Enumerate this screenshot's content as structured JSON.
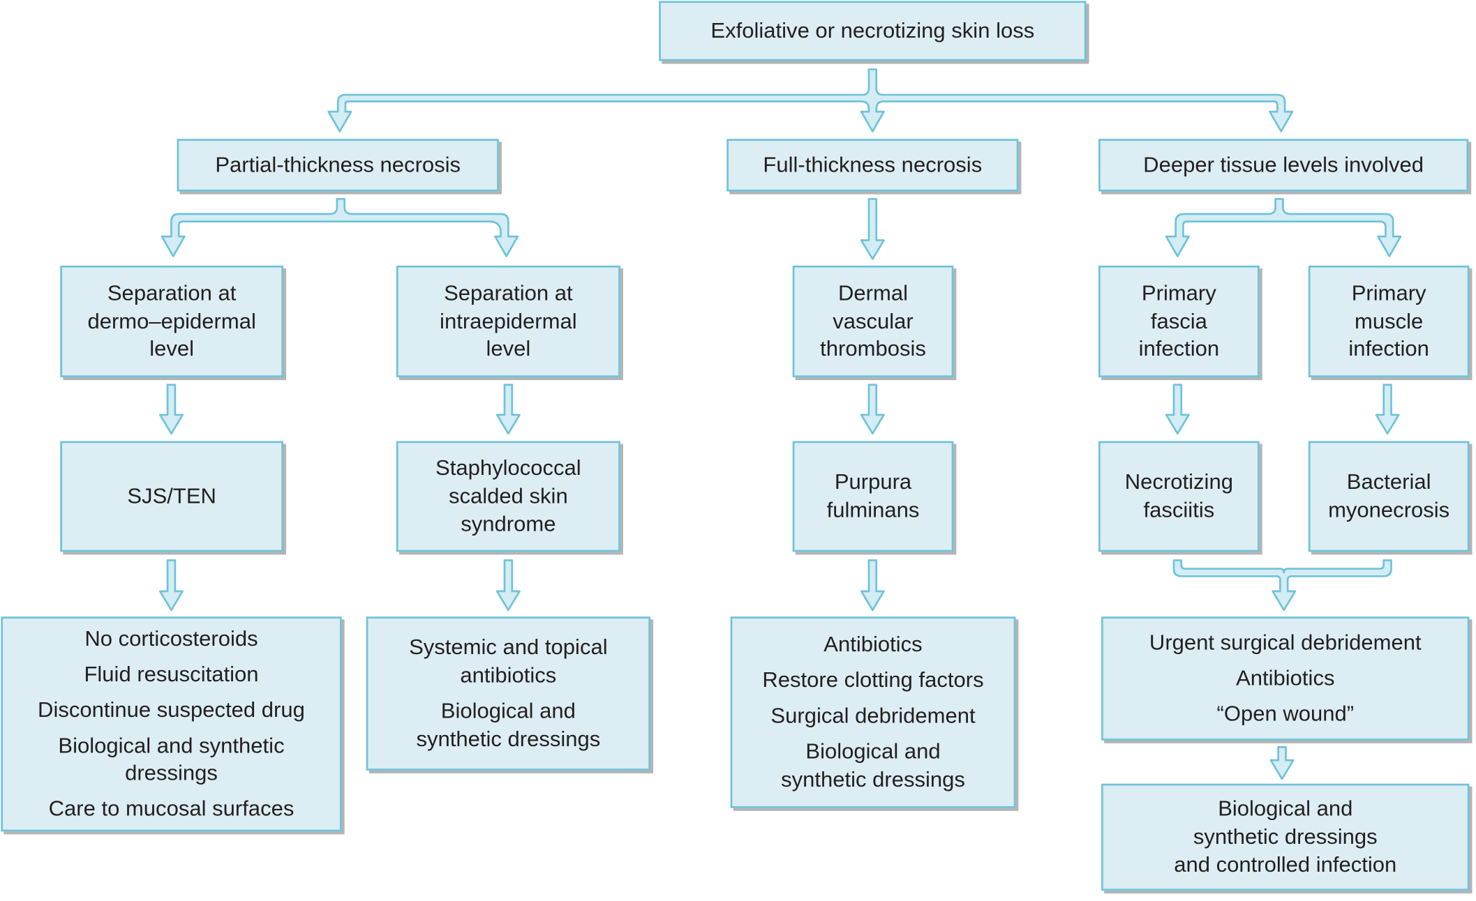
{
  "root": "Exfoliative or necrotizing skin loss",
  "branches": {
    "partial": "Partial-thickness necrosis",
    "full": "Full-thickness necrosis",
    "deeper": "Deeper tissue levels involved"
  },
  "level2": {
    "dermo_epidermal": [
      "Separation at",
      "dermo–epidermal",
      "level"
    ],
    "intraepidermal": [
      "Separation at",
      "intraepidermal",
      "level"
    ],
    "dermal_vascular": [
      "Dermal",
      "vascular",
      "thrombosis"
    ],
    "fascia": [
      "Primary",
      "fascia",
      "infection"
    ],
    "muscle": [
      "Primary",
      "muscle",
      "infection"
    ]
  },
  "diagnoses": {
    "sjs_ten": "SJS/TEN",
    "ssss": [
      "Staphylococcal",
      "scalded skin",
      "syndrome"
    ],
    "purpura": [
      "Purpura",
      "fulminans"
    ],
    "fasciitis": [
      "Necrotizing",
      "fasciitis"
    ],
    "myonecrosis": [
      "Bacterial",
      "myonecrosis"
    ]
  },
  "treatments": {
    "sjs_ten": [
      "No corticosteroids",
      "Fluid resuscitation",
      "Discontinue suspected drug",
      "Biological and synthetic",
      "dressings",
      "Care to mucosal surfaces"
    ],
    "ssss": [
      "Systemic and topical",
      "antibiotics",
      "Biological and",
      "synthetic dressings"
    ],
    "purpura": [
      "Antibiotics",
      "Restore clotting factors",
      "Surgical debridement",
      "Biological and",
      "synthetic dressings"
    ],
    "deep": [
      "Urgent surgical debridement",
      "Antibiotics",
      "“Open wound”"
    ],
    "final": [
      "Biological and",
      "synthetic dressings",
      "and controlled infection"
    ]
  },
  "colors": {
    "box_fill": "#dcedf3",
    "box_border": "#6fc3da",
    "arrow_fill": "#d4ecf4",
    "arrow_stroke": "#6fc3da",
    "shadow": "#b4b4b4"
  }
}
